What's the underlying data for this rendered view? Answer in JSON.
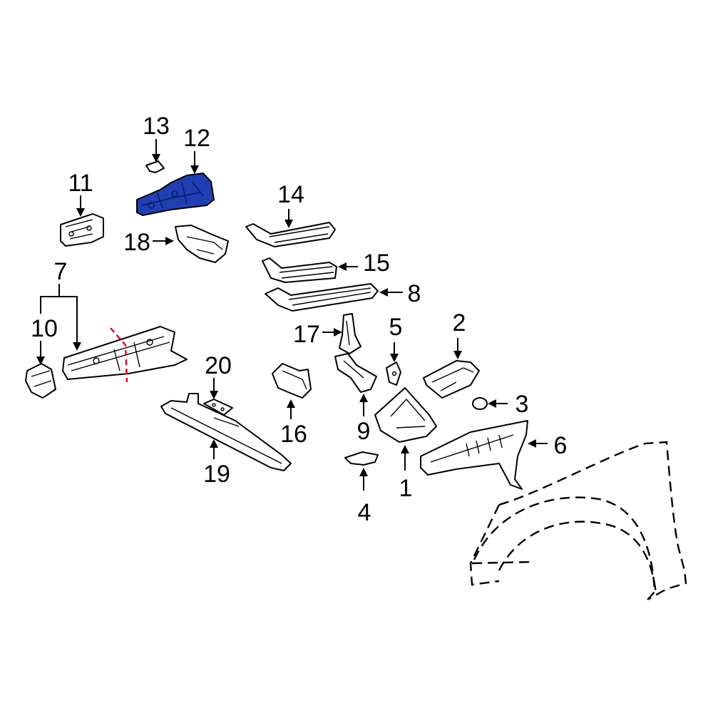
{
  "diagram": {
    "highlight_color": "#1f3fb3",
    "cut_line_color": "#e0001a",
    "callouts": [
      {
        "id": "1",
        "label": "1"
      },
      {
        "id": "2",
        "label": "2"
      },
      {
        "id": "3",
        "label": "3"
      },
      {
        "id": "4",
        "label": "4"
      },
      {
        "id": "5",
        "label": "5"
      },
      {
        "id": "6",
        "label": "6"
      },
      {
        "id": "7",
        "label": "7"
      },
      {
        "id": "8",
        "label": "8"
      },
      {
        "id": "9",
        "label": "9"
      },
      {
        "id": "10",
        "label": "10"
      },
      {
        "id": "11",
        "label": "11"
      },
      {
        "id": "12",
        "label": "12"
      },
      {
        "id": "13",
        "label": "13"
      },
      {
        "id": "14",
        "label": "14"
      },
      {
        "id": "15",
        "label": "15"
      },
      {
        "id": "16",
        "label": "16"
      },
      {
        "id": "17",
        "label": "17"
      },
      {
        "id": "18",
        "label": "18"
      },
      {
        "id": "19",
        "label": "19"
      },
      {
        "id": "20",
        "label": "20"
      }
    ],
    "highlighted_part": "12"
  }
}
